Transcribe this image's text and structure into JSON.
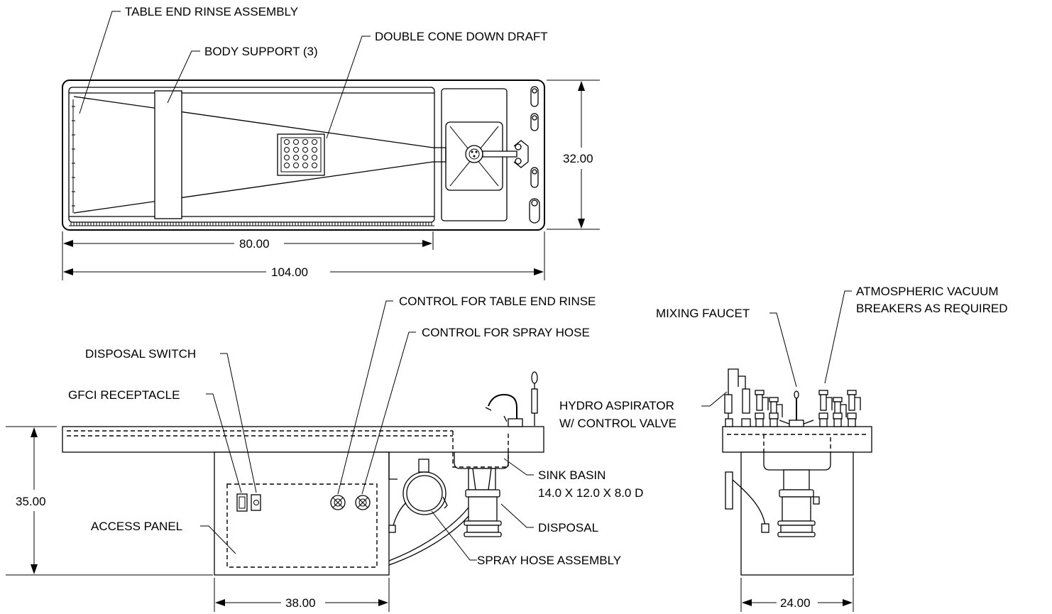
{
  "labels": {
    "table_end_rinse_assembly": "TABLE END RINSE ASSEMBLY",
    "body_support": "BODY SUPPORT (3)",
    "double_cone_down_draft": "DOUBLE CONE DOWN DRAFT",
    "control_table_end_rinse": "CONTROL FOR TABLE END RINSE",
    "control_spray_hose": "CONTROL FOR SPRAY HOSE",
    "disposal_switch": "DISPOSAL SWITCH",
    "gfci_receptacle": "GFCI RECEPTACLE",
    "access_panel": "ACCESS PANEL",
    "sink_basin_line1": "SINK BASIN",
    "sink_basin_line2": "14.0 X 12.0 X 8.0 D",
    "disposal": "DISPOSAL",
    "spray_hose_assembly": "SPRAY HOSE ASSEMBLY",
    "mixing_faucet": "MIXING FAUCET",
    "hydro_aspirator_line1": "HYDRO ASPIRATOR",
    "hydro_aspirator_line2": "W/ CONTROL VALVE",
    "vacuum_breakers_line1": "ATMOSPHERIC VACUUM",
    "vacuum_breakers_line2": "BREAKERS AS REQUIRED"
  },
  "dimensions": {
    "top_width": "32.00",
    "length_table": "80.00",
    "length_overall": "104.00",
    "height": "35.00",
    "base_length": "38.00",
    "base_width": "24.00"
  }
}
